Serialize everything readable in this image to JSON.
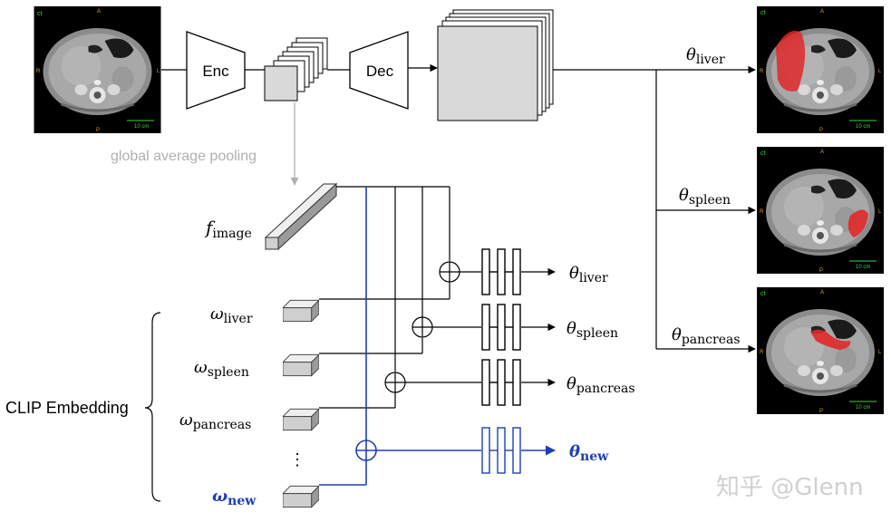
{
  "boxes": {
    "encoder": "Enc",
    "decoder": "Dec"
  },
  "pooling_label": "global average pooling",
  "feature": {
    "symbol": "f",
    "subscript": "image"
  },
  "embeddings": [
    {
      "symbol": "ω",
      "subscript": "liver"
    },
    {
      "symbol": "ω",
      "subscript": "spleen"
    },
    {
      "symbol": "ω",
      "subscript": "pancreas"
    },
    {
      "symbol": "ω",
      "subscript": "new"
    }
  ],
  "ellipsis": "⋮",
  "clip_label": "CLIP Embedding",
  "param_outputs": [
    {
      "symbol": "θ",
      "subscript": "liver"
    },
    {
      "symbol": "θ",
      "subscript": "spleen"
    },
    {
      "symbol": "θ",
      "subscript": "pancreas"
    },
    {
      "symbol": "θ",
      "subscript": "new"
    }
  ],
  "head_params": [
    {
      "symbol": "θ",
      "subscript": "liver"
    },
    {
      "symbol": "θ",
      "subscript": "spleen"
    },
    {
      "symbol": "θ",
      "subscript": "pancreas"
    }
  ],
  "ct_overlay": {
    "corner": "ct",
    "top": "A",
    "bottom": "P",
    "left": "R",
    "right": "L",
    "scale": "10 cm"
  },
  "watermark": "知乎 @Glenn",
  "colors": {
    "blue": "#1f3fb5",
    "gray": "#b0b0b0",
    "mask": "#e02828",
    "box_fill": "#d9d9d9"
  }
}
